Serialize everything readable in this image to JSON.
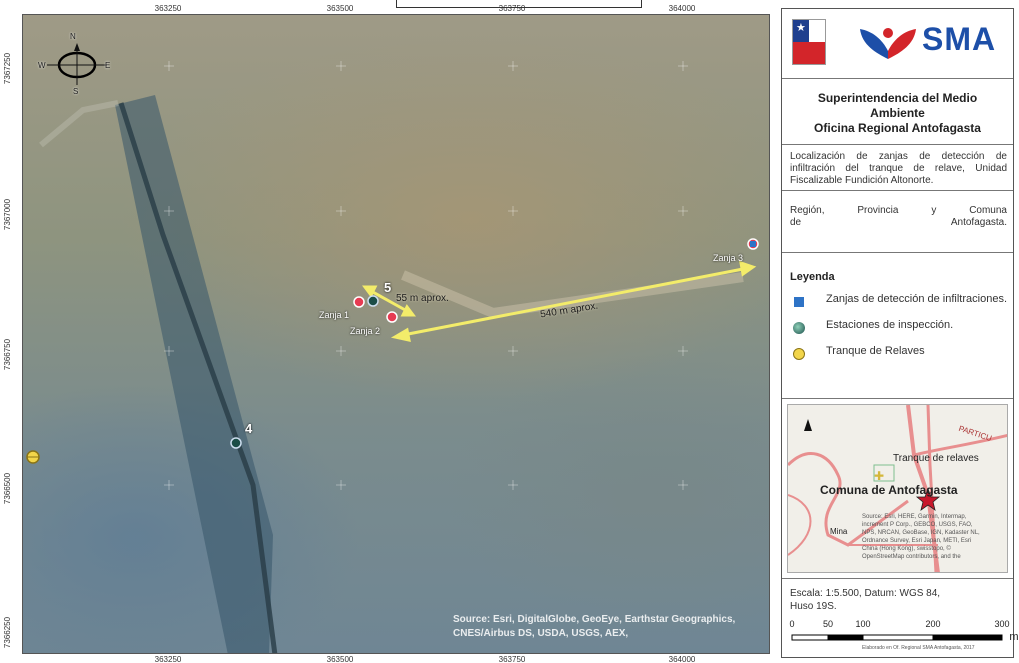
{
  "map": {
    "x_ticks": [
      "363250",
      "363500",
      "363750",
      "364000"
    ],
    "y_ticks": [
      "7367250",
      "7367000",
      "7366750",
      "7366500",
      "7366250"
    ],
    "compass": {
      "n": "N",
      "e": "E",
      "s": "S",
      "w": "W"
    },
    "stations": [
      {
        "number": "5",
        "name": "station-5"
      },
      {
        "number": "4",
        "name": "station-4"
      }
    ],
    "zanja_labels": {
      "z1": "Zanja 1",
      "z2": "Zanja 2",
      "z3": "Zanja 3"
    },
    "distances": {
      "short": "55 m aprox.",
      "long": "540 m aprox."
    },
    "source": "Source: Esri, DigitalGlobe, GeoEye, Earthstar Geographics, CNES/Airbus DS, USDA, USGS, AEX,"
  },
  "panel": {
    "logo_text": "SMA",
    "org": {
      "line1": "Superintendencia del Medio",
      "line2": "Ambiente",
      "line3": "Oficina Regional Antofagasta"
    },
    "description": "Localización de zanjas de detección de infiltración del tranque de relave, Unidad Fiscalizable Fundición Altonorte.",
    "region": {
      "w1": "Región,",
      "w2": "Provincia",
      "w3": "y",
      "w4": "Comuna",
      "w5": "de",
      "w6": "Antofagasta."
    },
    "legend": {
      "title": "Leyenda",
      "items": [
        {
          "label": "Zanjas de detección de infiltraciones."
        },
        {
          "label": "Estaciones de inspección."
        },
        {
          "label": "Tranque de Relaves"
        }
      ]
    },
    "inset": {
      "tranque": "Tranque de relaves",
      "comuna": "Comuna de Antofagasta",
      "road": "PARTICU",
      "left_label": "Mina",
      "attribution": "Source: Esri, HERE, Garmin, Intermap, increment P Corp., GEBCO, USGS, FAO, NPS, NRCAN, GeoBase, IGN, Kadaster NL, Ordnance Survey, Esri Japan, METI, Esri China (Hong Kong), swisstopo, © OpenStreetMap contributors, and the"
    },
    "scale": {
      "line1": "Escala: 1:5.500, Datum: WGS 84,",
      "line2": "Huso 19S.",
      "ticks": [
        "0",
        "50",
        "100",
        "200",
        "300"
      ],
      "unit": "m"
    },
    "credit": "Elaborado en Of. Regional SMA Antofagasta, 2017"
  }
}
